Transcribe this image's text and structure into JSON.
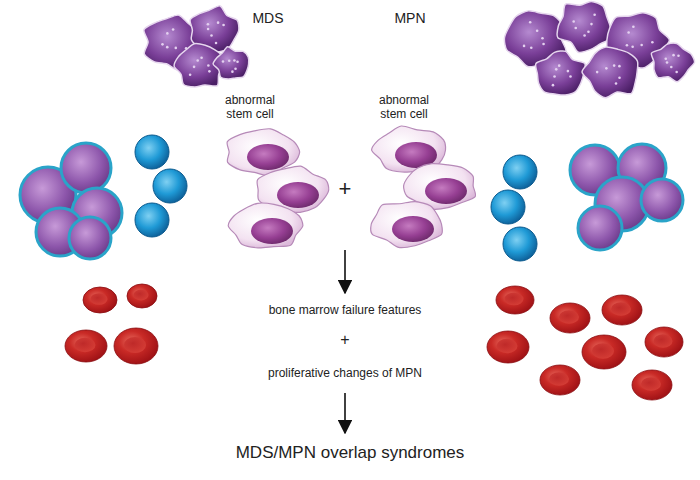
{
  "diagram": {
    "labels": [
      "MDS",
      "MPN",
      "abnormal stem cell",
      "abnormal stem cell",
      "+",
      "bone marrow failure features",
      "+",
      "proliferative changes of MPN",
      "MDS/MPN overlap syndromes"
    ]
  }
}
